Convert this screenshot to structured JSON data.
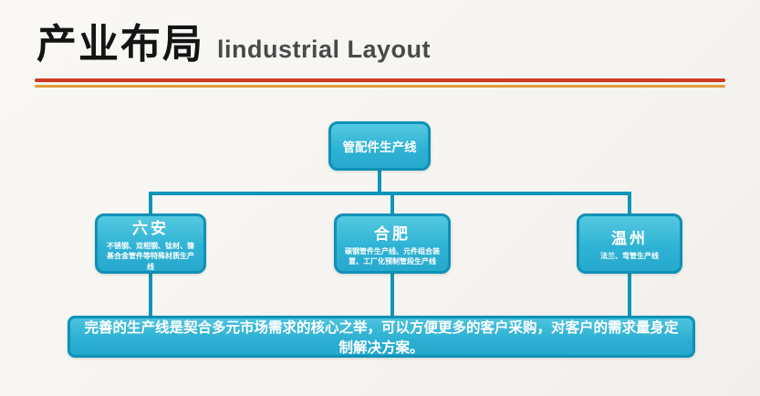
{
  "header": {
    "title_zh": "产业布局",
    "title_en": "lindustrial Layout"
  },
  "diagram": {
    "root": {
      "label": "管配件生产线"
    },
    "children": [
      {
        "name": "六安",
        "desc": "不锈钢、双相钢、钛材、镍基合金管件等特殊材质生产线"
      },
      {
        "name": "合肥",
        "desc": "碳钢管件生产线、元件组合装置、工厂化预制管段生产线"
      },
      {
        "name": "温州",
        "desc": "法兰、弯管生产线"
      }
    ],
    "summary": "完善的生产线是契合多元市场需求的核心之举，可以方便更多的客户采购，对客户的需求量身定制解决方案。"
  },
  "colors": {
    "node_fill": "#2fb3d5",
    "node_border": "#0e91b7",
    "connector": "#1095bb",
    "divider_red": "#cf3a23",
    "divider_orange": "#e09b3c"
  }
}
